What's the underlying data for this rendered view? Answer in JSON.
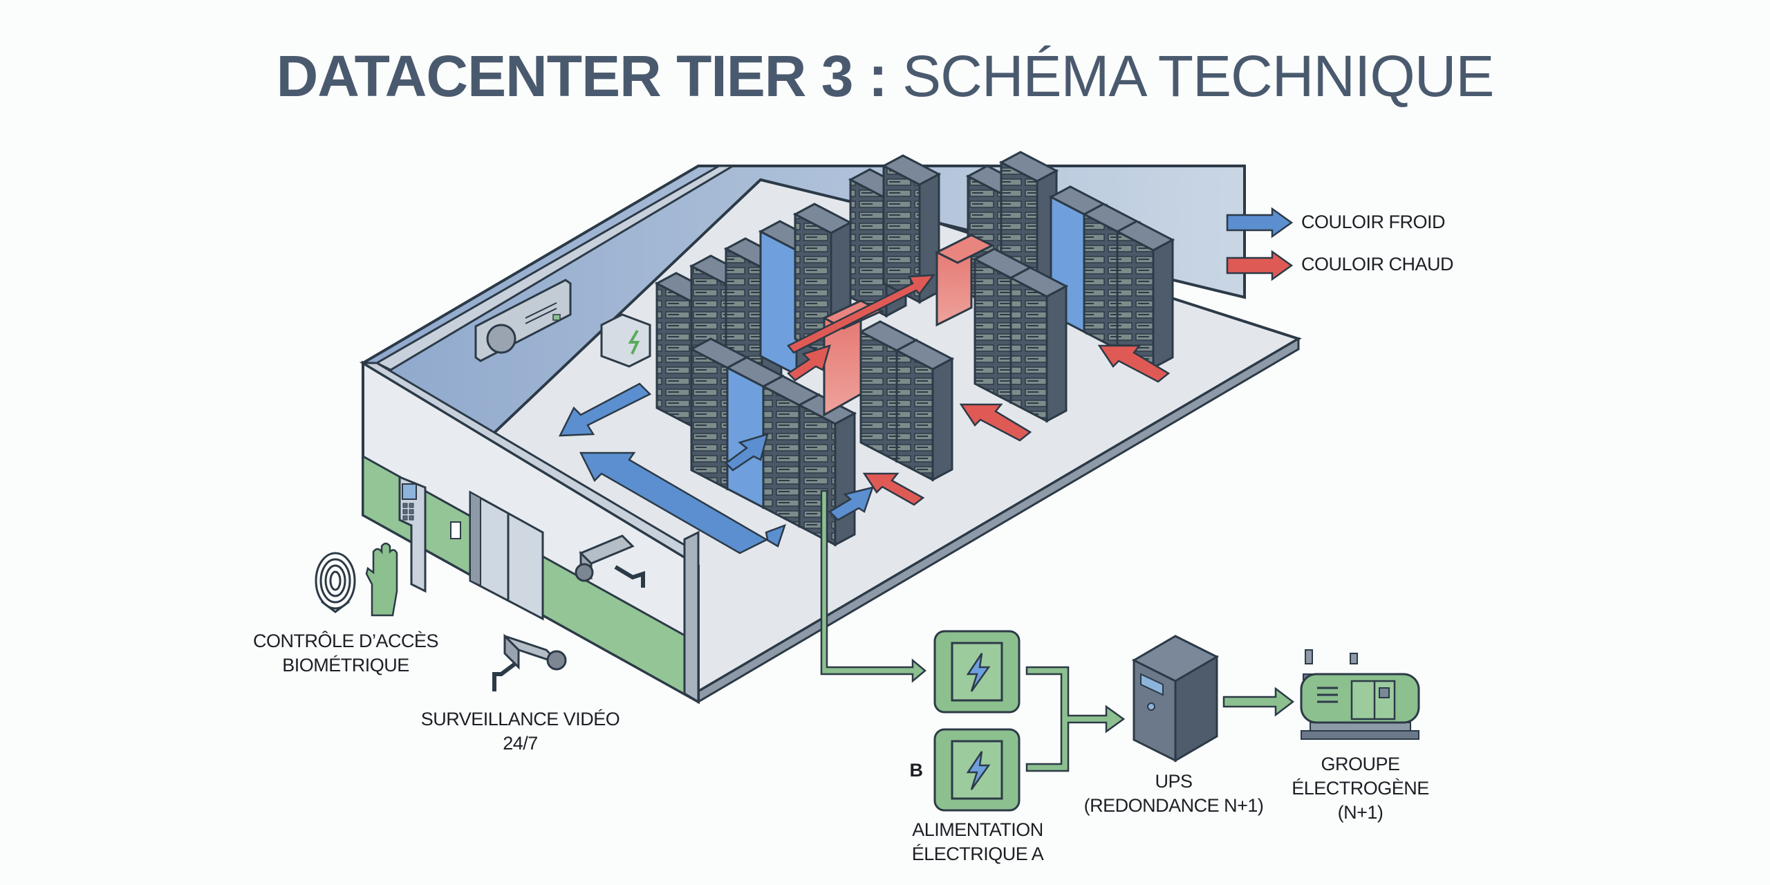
{
  "title": {
    "bold": "DATACENTER TIER 3 :",
    "light": "SCHÉMA TECHNIQUE"
  },
  "legend": [
    {
      "label": "COULOIR FROID",
      "color": "#5b8fd0",
      "icon": "arrow-right-icon"
    },
    {
      "label": "COULOIR CHAUD",
      "color": "#e05a55",
      "icon": "arrow-right-icon"
    }
  ],
  "security": {
    "biometric": {
      "line1": "CONTRÔLE D’ACCÈS",
      "line2": "BIOMÉTRIQUE",
      "icons": [
        "fingerprint-icon",
        "hand-icon",
        "keypad-icon"
      ]
    },
    "video": {
      "line1": "SURVEILLANCE VIDÉO",
      "line2": "24/7",
      "icons": [
        "camera-icon"
      ]
    }
  },
  "power": {
    "feed_b_label": "B",
    "feed_a": {
      "line1": "ALIMENTATION",
      "line2": "ÉLECTRIQUE A"
    },
    "ups": {
      "line1": "UPS",
      "line2": "(REDONDANCE N+1)"
    },
    "generator": {
      "line1": "GROUPE",
      "line2": "ÉLECTROGÈNE",
      "line3": "(N+1)"
    }
  },
  "colors": {
    "cold": "#5b8fd0",
    "hot": "#e05a55",
    "power": "#8cc08f",
    "rack": "#5d6b7c",
    "outline": "#2c3a47",
    "title": "#4a5a6e"
  }
}
